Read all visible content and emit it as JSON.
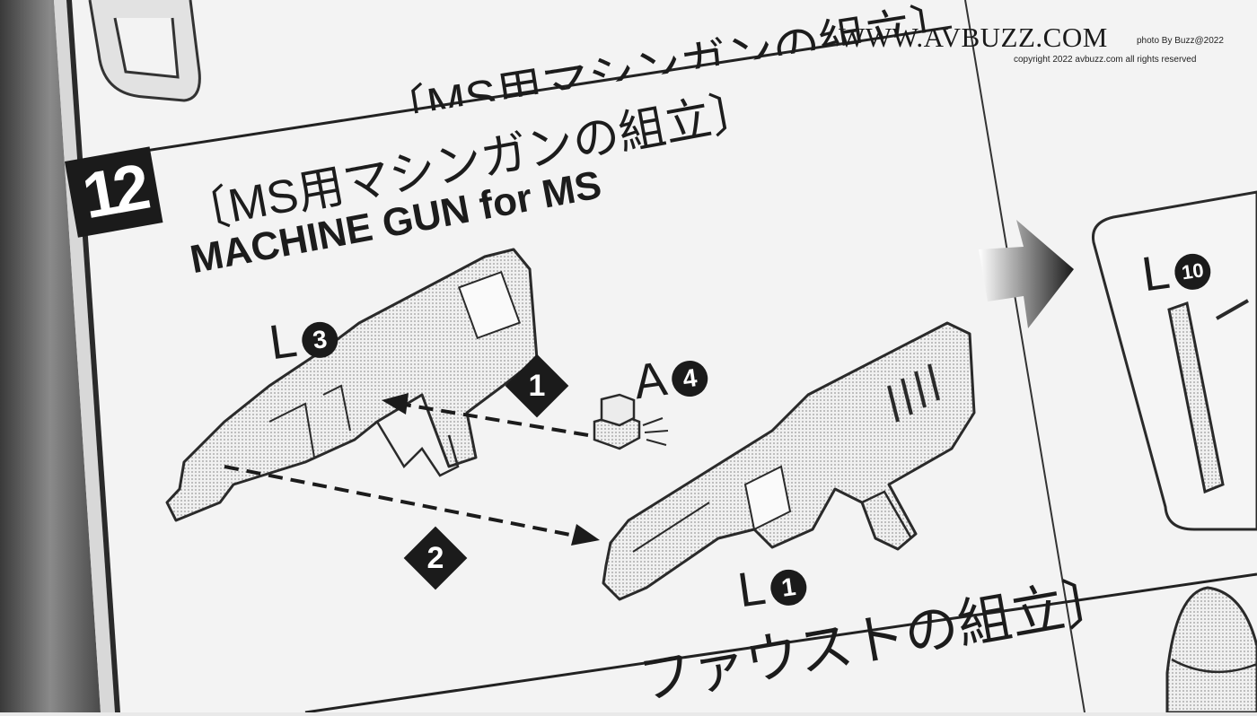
{
  "watermark": {
    "site": "WWW.AVBUZZ.COM",
    "photo_credit": "photo By Buzz@2022",
    "copyright": "copyright 2022 avbuzz.com all rights reserved"
  },
  "step": {
    "number": "12",
    "title_jp": "〔MS用マシンガンの組立〕",
    "title_en": "MACHINE GUN for MS",
    "header_jp_top": "〔MS用マシンガンの組立〕"
  },
  "parts": {
    "upper_left": {
      "letter": "L",
      "number": "3"
    },
    "pin": {
      "letter": "A",
      "number": "4"
    },
    "lower_right": {
      "letter": "L",
      "number": "1"
    },
    "next_panel": {
      "letter": "L",
      "number": "10"
    }
  },
  "order": {
    "first": "1",
    "second": "2"
  },
  "next_section": {
    "title_jp": "ファウストの組立〕"
  },
  "colors": {
    "ink": "#1b1b1b",
    "paper": "#f4f4f4",
    "frame": "#5a5a5a"
  }
}
